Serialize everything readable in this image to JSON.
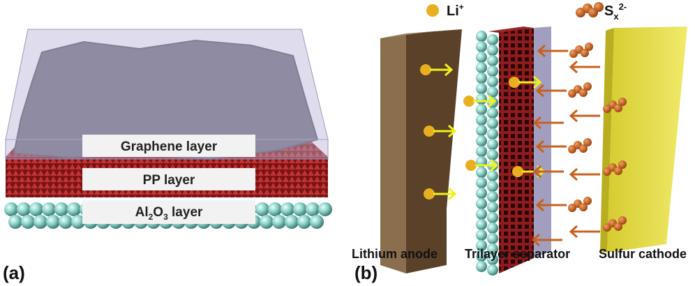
{
  "panel_a": {
    "tag": "(a)",
    "layers": {
      "graphene": "Graphene layer",
      "pp": "PP layer",
      "al2o3_prefix": "Al",
      "al2o3_sub1": "2",
      "al2o3_mid": "O",
      "al2o3_sub2": "3",
      "al2o3_suffix": " layer"
    }
  },
  "panel_b": {
    "tag": "(b)",
    "legend": {
      "li_base": "Li",
      "li_sup": "+",
      "sx_base": "S",
      "sx_sub": "x",
      "sx_sup": "2-"
    },
    "labels": {
      "anode": "Lithium anode",
      "separator": "Trilayer separator",
      "cathode": "Sulfur cathode"
    }
  },
  "colors": {
    "li_ion": "#e8b020",
    "li_arrow": "#f2f21a",
    "polysulfide": "#d8661c",
    "ps_arrow": "#c8601c",
    "anode": "#5a4128",
    "pp_layer": "#8e1a1a",
    "alumina": "#8fd4c8",
    "graphene": "#6e6a78",
    "cathode": "#e8e050"
  }
}
